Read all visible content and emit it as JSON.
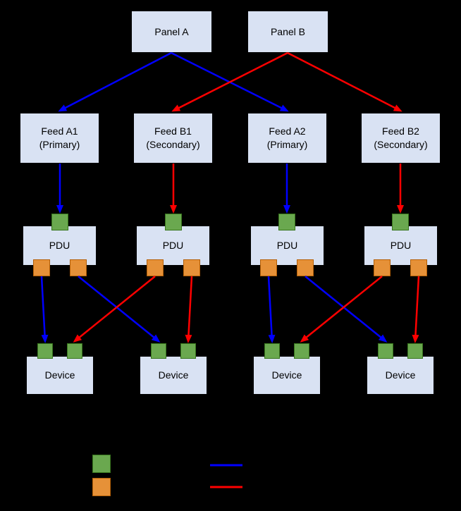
{
  "panels": [
    {
      "label": "Panel A"
    },
    {
      "label": "Panel B"
    }
  ],
  "feeds": [
    {
      "name": "Feed A1",
      "role": "(Primary)"
    },
    {
      "name": "Feed B1",
      "role": "(Secondary)"
    },
    {
      "name": "Feed A2",
      "role": "(Primary)"
    },
    {
      "name": "Feed B2",
      "role": "(Secondary)"
    }
  ],
  "pdu_label": "PDU",
  "device_label": "Device",
  "colors": {
    "background": "#000000",
    "node_fill": "#d9e2f3",
    "node_border": "#000000",
    "node_text": "#000000",
    "input_port": "#6aa84f",
    "input_port_border": "#38761d",
    "output_port": "#e69138",
    "output_port_border": "#b45f06",
    "primary_path": "#0000ff",
    "secondary_path": "#ff0000"
  }
}
